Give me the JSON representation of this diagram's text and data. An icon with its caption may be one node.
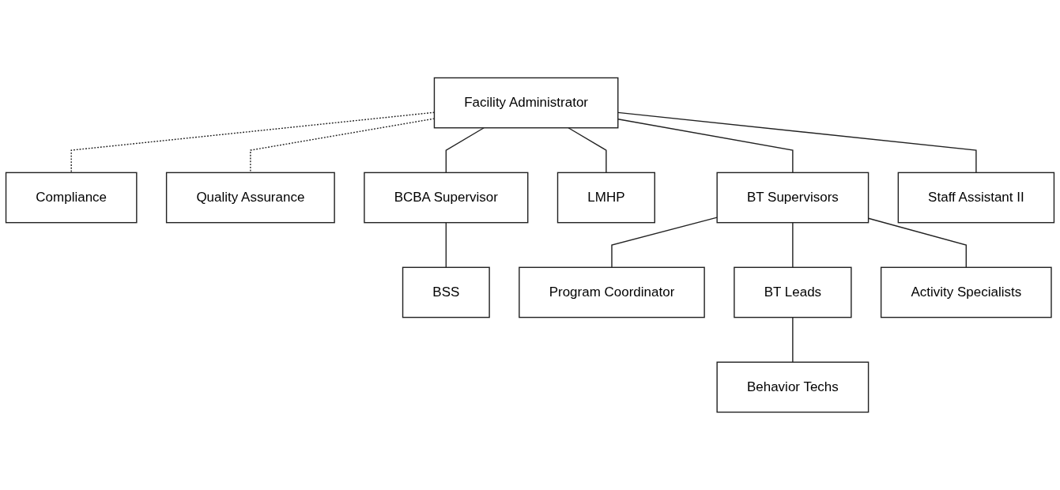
{
  "diagram": {
    "nodes": [
      {
        "text": [
          "Compliance"
        ]
      },
      {
        "text": [
          "Facility Administrator"
        ]
      },
      {
        "text": [
          "Quality Assurance"
        ]
      },
      {
        "text": [
          "BCBA Supervisor"
        ]
      },
      {
        "text": [
          "LMHP"
        ]
      },
      {
        "text": [
          "BT Supervisors"
        ]
      },
      {
        "text": [
          "Staff Assistant II"
        ]
      },
      {
        "text": [
          "BSS"
        ]
      },
      {
        "text": [
          "Program Coordinator"
        ]
      },
      {
        "text": [
          "BT Leads"
        ]
      },
      {
        "text": [
          "Activity Specialists"
        ]
      },
      {
        "text": [
          "Behavior Techs"
        ]
      }
    ],
    "edges": [
      {
        "from": 1,
        "to": 0,
        "arrow": "none",
        "style": "dashed"
      },
      {
        "from": 1,
        "to": 2,
        "arrow": "none",
        "style": "dashed"
      },
      {
        "from": 1,
        "to": 3,
        "arrow": "none"
      },
      {
        "from": 1,
        "to": 4,
        "arrow": "none"
      },
      {
        "from": 1,
        "to": 5,
        "arrow": "none"
      },
      {
        "from": 1,
        "to": 6,
        "arrow": "none"
      },
      {
        "from": 3,
        "to": 7,
        "arrow": "none"
      },
      {
        "from": 5,
        "to": 8,
        "arrow": "none"
      },
      {
        "from": 5,
        "to": 9,
        "arrow": "none"
      },
      {
        "from": 5,
        "to": 10,
        "arrow": "none"
      },
      {
        "from": 9,
        "to": 11,
        "arrow": "none"
      }
    ]
  }
}
